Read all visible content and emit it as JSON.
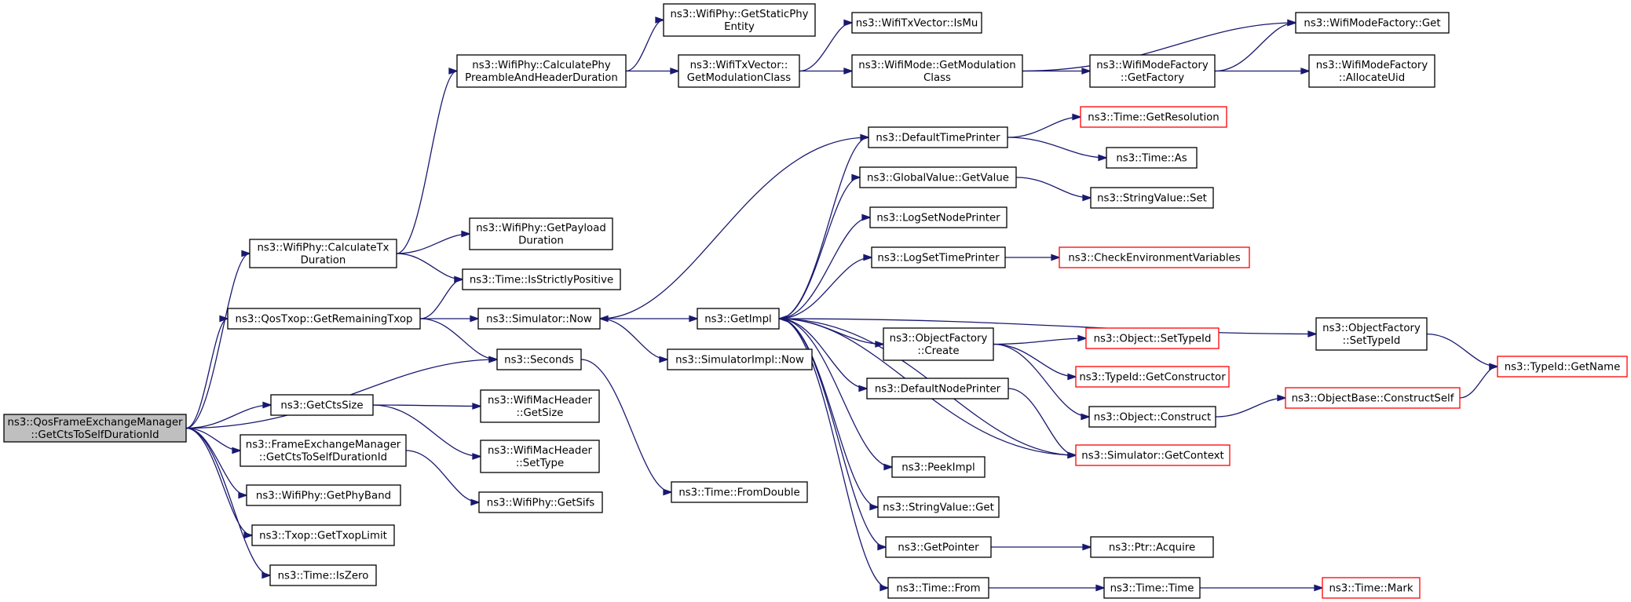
{
  "title": "",
  "colors": {
    "normal_border": "#000000",
    "truncated_border": "#ff0000",
    "root_fill": "#bfbfbf",
    "node_fill": "#ffffff",
    "edge": "#191970"
  },
  "nodes": [
    {
      "id": "root",
      "lines": [
        "ns3::QosFrameExchangeManager",
        "::GetCtsToSelfDurationId"
      ],
      "style": "root"
    },
    {
      "id": "calcTx",
      "lines": [
        "ns3::WifiPhy::CalculateTx",
        "Duration"
      ],
      "style": "normal"
    },
    {
      "id": "calcPre",
      "lines": [
        "ns3::WifiPhy::CalculatePhy",
        "PreambleAndHeaderDuration"
      ],
      "style": "normal"
    },
    {
      "id": "staticPhy",
      "lines": [
        "ns3::WifiPhy::GetStaticPhy",
        "Entity"
      ],
      "style": "normal"
    },
    {
      "id": "modClass",
      "lines": [
        "ns3::WifiTxVector::",
        "GetModulationClass"
      ],
      "style": "normal"
    },
    {
      "id": "isMu",
      "lines": [
        "ns3::WifiTxVector::IsMu"
      ],
      "style": "normal"
    },
    {
      "id": "modeMod",
      "lines": [
        "ns3::WifiMode::GetModulation",
        "Class"
      ],
      "style": "normal"
    },
    {
      "id": "mfGet",
      "lines": [
        "ns3::WifiModeFactory::Get"
      ],
      "style": "normal"
    },
    {
      "id": "mfFactory",
      "lines": [
        "ns3::WifiModeFactory",
        "::GetFactory"
      ],
      "style": "normal"
    },
    {
      "id": "mfUid",
      "lines": [
        "ns3::WifiModeFactory",
        "::AllocateUid"
      ],
      "style": "normal"
    },
    {
      "id": "payload",
      "lines": [
        "ns3::WifiPhy::GetPayload",
        "Duration"
      ],
      "style": "normal"
    },
    {
      "id": "strictPos",
      "lines": [
        "ns3::Time::IsStrictlyPositive"
      ],
      "style": "normal"
    },
    {
      "id": "remTxop",
      "lines": [
        "ns3::QosTxop::GetRemainingTxop"
      ],
      "style": "normal"
    },
    {
      "id": "simNow",
      "lines": [
        "ns3::Simulator::Now"
      ],
      "style": "normal"
    },
    {
      "id": "getImpl",
      "lines": [
        "ns3::GetImpl"
      ],
      "style": "normal"
    },
    {
      "id": "seconds",
      "lines": [
        "ns3::Seconds"
      ],
      "style": "normal"
    },
    {
      "id": "implNow",
      "lines": [
        "ns3::SimulatorImpl::Now"
      ],
      "style": "normal"
    },
    {
      "id": "ctsSize",
      "lines": [
        "ns3::GetCtsSize"
      ],
      "style": "normal"
    },
    {
      "id": "macSize",
      "lines": [
        "ns3::WifiMacHeader",
        "::GetSize"
      ],
      "style": "normal"
    },
    {
      "id": "macType",
      "lines": [
        "ns3::WifiMacHeader",
        "::SetType"
      ],
      "style": "normal"
    },
    {
      "id": "feCts",
      "lines": [
        "ns3::FrameExchangeManager",
        "::GetCtsToSelfDurationId"
      ],
      "style": "normal"
    },
    {
      "id": "sifs",
      "lines": [
        "ns3::WifiPhy::GetSifs"
      ],
      "style": "normal"
    },
    {
      "id": "phyBand",
      "lines": [
        "ns3::WifiPhy::GetPhyBand"
      ],
      "style": "normal"
    },
    {
      "id": "txopLimit",
      "lines": [
        "ns3::Txop::GetTxopLimit"
      ],
      "style": "normal"
    },
    {
      "id": "isZero",
      "lines": [
        "ns3::Time::IsZero"
      ],
      "style": "normal"
    },
    {
      "id": "fromDouble",
      "lines": [
        "ns3::Time::FromDouble"
      ],
      "style": "normal"
    },
    {
      "id": "defTime",
      "lines": [
        "ns3::DefaultTimePrinter"
      ],
      "style": "normal"
    },
    {
      "id": "getRes",
      "lines": [
        "ns3::Time::GetResolution"
      ],
      "style": "truncated"
    },
    {
      "id": "timeAs",
      "lines": [
        "ns3::Time::As"
      ],
      "style": "normal"
    },
    {
      "id": "gvGet",
      "lines": [
        "ns3::GlobalValue::GetValue"
      ],
      "style": "normal"
    },
    {
      "id": "svSet",
      "lines": [
        "ns3::StringValue::Set"
      ],
      "style": "normal"
    },
    {
      "id": "logNode",
      "lines": [
        "ns3::LogSetNodePrinter"
      ],
      "style": "normal"
    },
    {
      "id": "logTime",
      "lines": [
        "ns3::LogSetTimePrinter"
      ],
      "style": "normal"
    },
    {
      "id": "checkEnv",
      "lines": [
        "ns3::CheckEnvironmentVariables"
      ],
      "style": "truncated"
    },
    {
      "id": "ofSet",
      "lines": [
        "ns3::ObjectFactory",
        "::SetTypeId"
      ],
      "style": "normal"
    },
    {
      "id": "tidName",
      "lines": [
        "ns3::TypeId::GetName"
      ],
      "style": "truncated"
    },
    {
      "id": "ofCreate",
      "lines": [
        "ns3::ObjectFactory",
        "::Create"
      ],
      "style": "normal"
    },
    {
      "id": "objSet",
      "lines": [
        "ns3::Object::SetTypeId"
      ],
      "style": "truncated"
    },
    {
      "id": "tidCons",
      "lines": [
        "ns3::TypeId::GetConstructor"
      ],
      "style": "truncated"
    },
    {
      "id": "defNode",
      "lines": [
        "ns3::DefaultNodePrinter"
      ],
      "style": "normal"
    },
    {
      "id": "objCons",
      "lines": [
        "ns3::Object::Construct"
      ],
      "style": "normal"
    },
    {
      "id": "obSelf",
      "lines": [
        "ns3::ObjectBase::ConstructSelf"
      ],
      "style": "truncated"
    },
    {
      "id": "simCtx",
      "lines": [
        "ns3::Simulator::GetContext"
      ],
      "style": "truncated"
    },
    {
      "id": "peek",
      "lines": [
        "ns3::PeekImpl"
      ],
      "style": "normal"
    },
    {
      "id": "svGet",
      "lines": [
        "ns3::StringValue::Get"
      ],
      "style": "normal"
    },
    {
      "id": "getPtr",
      "lines": [
        "ns3::GetPointer"
      ],
      "style": "normal"
    },
    {
      "id": "ptrAcq",
      "lines": [
        "ns3::Ptr::Acquire"
      ],
      "style": "normal"
    },
    {
      "id": "timeFrom",
      "lines": [
        "ns3::Time::From"
      ],
      "style": "normal"
    },
    {
      "id": "timeTime",
      "lines": [
        "ns3::Time::Time"
      ],
      "style": "normal"
    },
    {
      "id": "timeMark",
      "lines": [
        "ns3::Time::Mark"
      ],
      "style": "truncated"
    }
  ],
  "edges": [
    [
      "root",
      "calcTx"
    ],
    [
      "root",
      "remTxop"
    ],
    [
      "root",
      "seconds"
    ],
    [
      "root",
      "ctsSize"
    ],
    [
      "root",
      "feCts"
    ],
    [
      "root",
      "phyBand"
    ],
    [
      "root",
      "txopLimit"
    ],
    [
      "root",
      "isZero"
    ],
    [
      "calcTx",
      "calcPre"
    ],
    [
      "calcTx",
      "payload"
    ],
    [
      "calcTx",
      "strictPos"
    ],
    [
      "calcPre",
      "staticPhy"
    ],
    [
      "calcPre",
      "modClass"
    ],
    [
      "modClass",
      "isMu"
    ],
    [
      "modClass",
      "modeMod"
    ],
    [
      "modeMod",
      "mfGet"
    ],
    [
      "modeMod",
      "mfFactory"
    ],
    [
      "mfFactory",
      "mfGet"
    ],
    [
      "mfFactory",
      "mfUid"
    ],
    [
      "remTxop",
      "strictPos"
    ],
    [
      "remTxop",
      "simNow"
    ],
    [
      "remTxop",
      "seconds"
    ],
    [
      "simNow",
      "getImpl"
    ],
    [
      "simNow",
      "implNow"
    ],
    [
      "seconds",
      "fromDouble"
    ],
    [
      "ctsSize",
      "macSize"
    ],
    [
      "ctsSize",
      "macType"
    ],
    [
      "feCts",
      "sifs"
    ],
    [
      "getImpl",
      "defTime"
    ],
    [
      "getImpl",
      "gvGet"
    ],
    [
      "getImpl",
      "logNode"
    ],
    [
      "getImpl",
      "logTime"
    ],
    [
      "getImpl",
      "ofSet"
    ],
    [
      "getImpl",
      "ofCreate"
    ],
    [
      "getImpl",
      "defNode"
    ],
    [
      "getImpl",
      "simCtx"
    ],
    [
      "getImpl",
      "peek"
    ],
    [
      "getImpl",
      "svGet"
    ],
    [
      "getImpl",
      "getPtr"
    ],
    [
      "getImpl",
      "timeFrom"
    ],
    [
      "defTime",
      "simNow"
    ],
    [
      "defTime",
      "getRes"
    ],
    [
      "defTime",
      "timeAs"
    ],
    [
      "gvGet",
      "svSet"
    ],
    [
      "logTime",
      "checkEnv"
    ],
    [
      "ofSet",
      "tidName"
    ],
    [
      "ofCreate",
      "objSet"
    ],
    [
      "ofCreate",
      "tidCons"
    ],
    [
      "ofCreate",
      "objCons"
    ],
    [
      "objCons",
      "obSelf"
    ],
    [
      "obSelf",
      "tidName"
    ],
    [
      "defNode",
      "simCtx"
    ],
    [
      "simCtx",
      "getImpl"
    ],
    [
      "getPtr",
      "ptrAcq"
    ],
    [
      "timeFrom",
      "timeTime"
    ],
    [
      "timeTime",
      "timeMark"
    ]
  ]
}
